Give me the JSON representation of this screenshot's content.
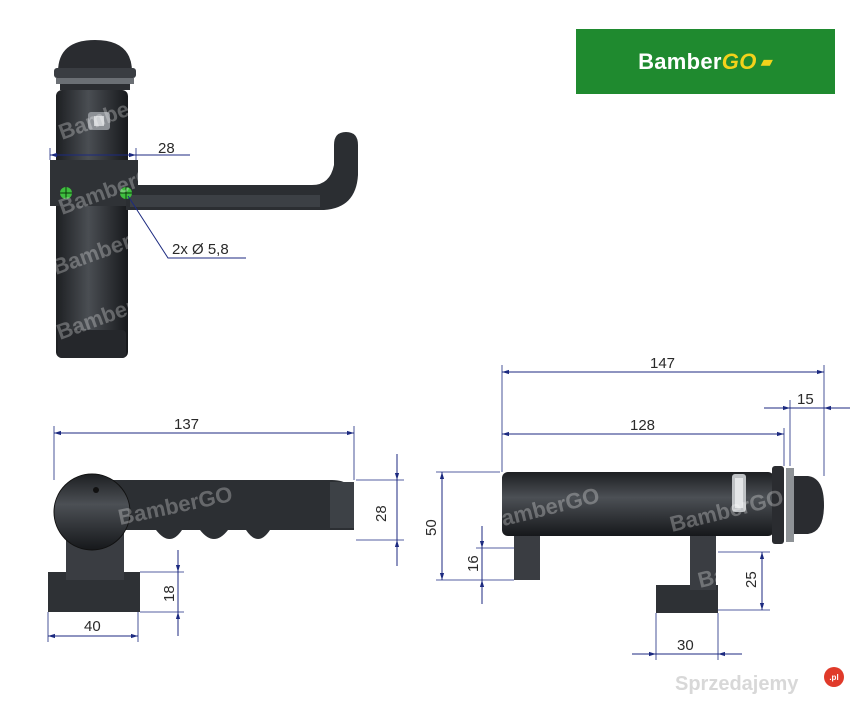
{
  "brand": {
    "name": "Bamber",
    "suffix": "GO",
    "tractor_icon": "tractor-icon",
    "color": "#1f8a2f",
    "accent": "#f2d21b"
  },
  "watermark": {
    "text": "BamberGO"
  },
  "site": {
    "text": "Sprzedajemy",
    "badge": ".pl"
  },
  "top_view": {
    "dim_width": "28",
    "holes_label": "2x Ø 5,8"
  },
  "side_view": {
    "dim_length": "137",
    "dim_height": "28",
    "dim_base_height": "18",
    "dim_base_width": "40"
  },
  "front_view": {
    "dim_total": "147",
    "dim_body": "128",
    "dim_end": "15",
    "dim_height": "50",
    "dim_lower": "16",
    "dim_foot": "25",
    "dim_foot_width": "30"
  }
}
